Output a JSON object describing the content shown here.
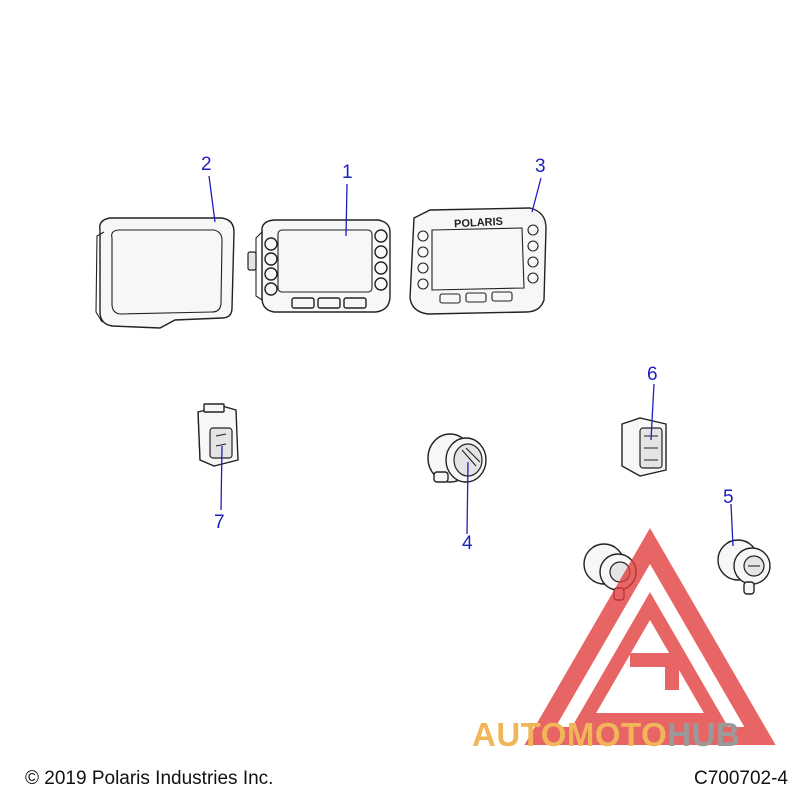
{
  "callouts": [
    {
      "id": "2",
      "label": "2"
    },
    {
      "id": "1",
      "label": "1"
    },
    {
      "id": "3",
      "label": "3"
    },
    {
      "id": "6",
      "label": "6"
    },
    {
      "id": "7",
      "label": "7"
    },
    {
      "id": "4",
      "label": "4"
    },
    {
      "id": "5",
      "label": "5"
    }
  ],
  "bezel_brand": "POLARIS",
  "footer": {
    "copyright": "© 2019 Polaris Industries Inc.",
    "diagram_code": "C700702-4"
  },
  "watermark": {
    "part1": "AUTOMOTO",
    "part2": "HUB",
    "colors": {
      "triangle": "#e23b3b",
      "text_primary": "#f2b65a",
      "text_secondary": "#9a9a9a"
    }
  },
  "colors": {
    "callout": "#1f1fbf",
    "outline": "#222222"
  }
}
